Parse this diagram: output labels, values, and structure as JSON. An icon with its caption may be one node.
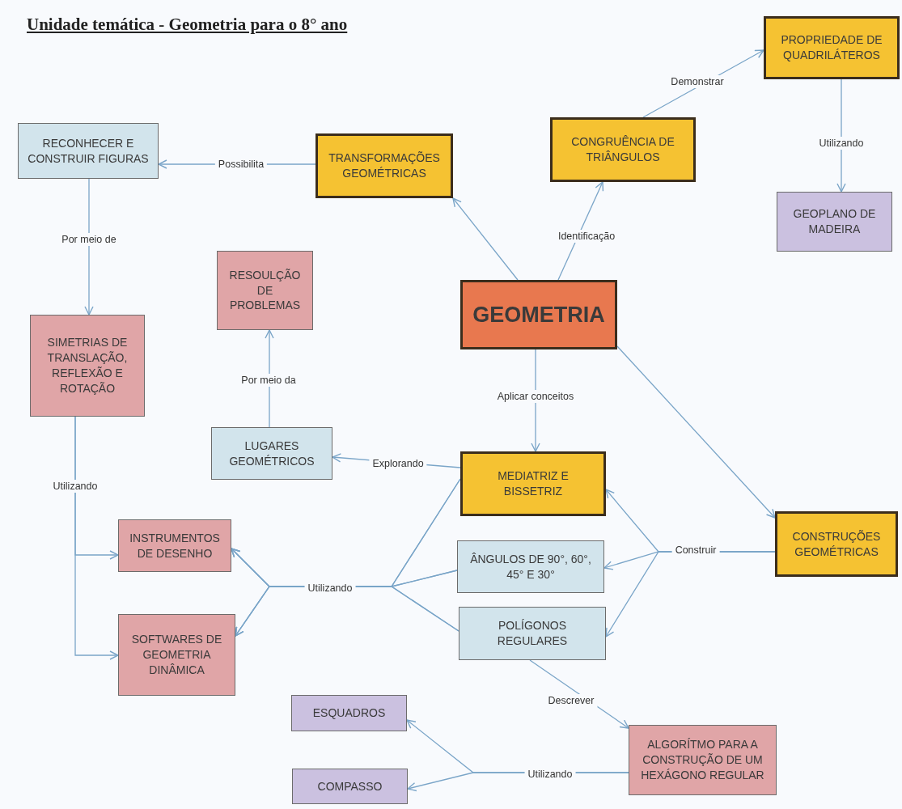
{
  "diagram": {
    "title": "Unidade temática - Geometria para o 8° ano",
    "nodes": [
      {
        "text": [
          "RECONHECER E CONSTRUIR FIGURAS"
        ]
      },
      {
        "text": [
          "TRANSFORMAÇÕES GEOMÉTRICAS"
        ]
      },
      {
        "text": [
          "PROPRIEDADE DE QUADRILÁTEROS"
        ]
      },
      {
        "text": [
          "CONGRUÊNCIA DE TRIÂNGULOS"
        ]
      },
      {
        "text": [
          "GEOPLANO DE MADEIRA"
        ]
      },
      {
        "text": [
          "RESOULÇÃO DE PROBLEMAS"
        ]
      },
      {
        "text": [
          "GEOMETRIA"
        ]
      },
      {
        "text": [
          "SIMETRIAS DE TRANSLAÇÃO, REFLEXÃO E ROTAÇÃO"
        ]
      },
      {
        "text": [
          "LUGARES GEOMÉTRICOS"
        ]
      },
      {
        "text": [
          "MEDIATRIZ E BISSETRIZ"
        ]
      },
      {
        "text": [
          "CONSTRUÇÕES GEOMÉTRICAS"
        ]
      },
      {
        "text": [
          "INSTRUMENTOS DE DESENHO"
        ]
      },
      {
        "text": [
          "ÂNGULOS DE 90°, 60°, 45° E 30°"
        ]
      },
      {
        "text": [
          "SOFTWARES DE GEOMETRIA DINÂMICA"
        ]
      },
      {
        "text": [
          "POLÍGONOS REGULARES"
        ]
      },
      {
        "text": [
          "ESQUADROS"
        ]
      },
      {
        "text": [
          "ALGORÍTMO PARA A CONSTRUÇÃO DE UM HEXÁGONO REGULAR"
        ]
      },
      {
        "text": [
          "COMPASSO"
        ]
      }
    ],
    "edges": [
      {
        "from": 1,
        "to": 0,
        "arrow": "to",
        "label": "Possibilita"
      },
      {
        "from": 0,
        "to": 7,
        "arrow": "to",
        "label": "Por meio de"
      },
      {
        "from": 6,
        "to": 1,
        "arrow": "to"
      },
      {
        "from": 6,
        "to": 3,
        "arrow": "to",
        "label": "Identificação"
      },
      {
        "from": 3,
        "to": 2,
        "arrow": "to",
        "label": "Demonstrar"
      },
      {
        "from": 2,
        "to": 4,
        "arrow": "to",
        "label": "Utilizando"
      },
      {
        "from": 8,
        "to": 5,
        "arrow": "to",
        "label": "Por meio da"
      },
      {
        "from": 6,
        "to": 9,
        "arrow": "to",
        "label": "Aplicar conceitos"
      },
      {
        "from": 6,
        "to": 10,
        "arrow": "to"
      },
      {
        "from": 9,
        "to": 8,
        "arrow": "to",
        "label": "Explorando"
      },
      {
        "from": 7,
        "to": 11,
        "arrow": "to",
        "label": "Utilizando"
      },
      {
        "from": 7,
        "to": 13,
        "arrow": "to"
      },
      {
        "from": 9,
        "to": 11,
        "arrow": "to",
        "label": "Utilizando"
      },
      {
        "from": 9,
        "to": 13,
        "arrow": "to"
      },
      {
        "from": 12,
        "to": 11,
        "arrow": "to"
      },
      {
        "from": 12,
        "to": 13,
        "arrow": "to"
      },
      {
        "from": 14,
        "to": 11,
        "arrow": "to"
      },
      {
        "from": 14,
        "to": 13,
        "arrow": "to"
      },
      {
        "from": 10,
        "to": 9,
        "arrow": "to",
        "label": "Construir"
      },
      {
        "from": 10,
        "to": 12,
        "arrow": "to"
      },
      {
        "from": 10,
        "to": 14,
        "arrow": "to"
      },
      {
        "from": 14,
        "to": 16,
        "arrow": "to",
        "label": "Descrever"
      },
      {
        "from": 16,
        "to": 15,
        "arrow": "to",
        "label": "Utilizando"
      },
      {
        "from": 16,
        "to": 17,
        "arrow": "to"
      }
    ]
  }
}
